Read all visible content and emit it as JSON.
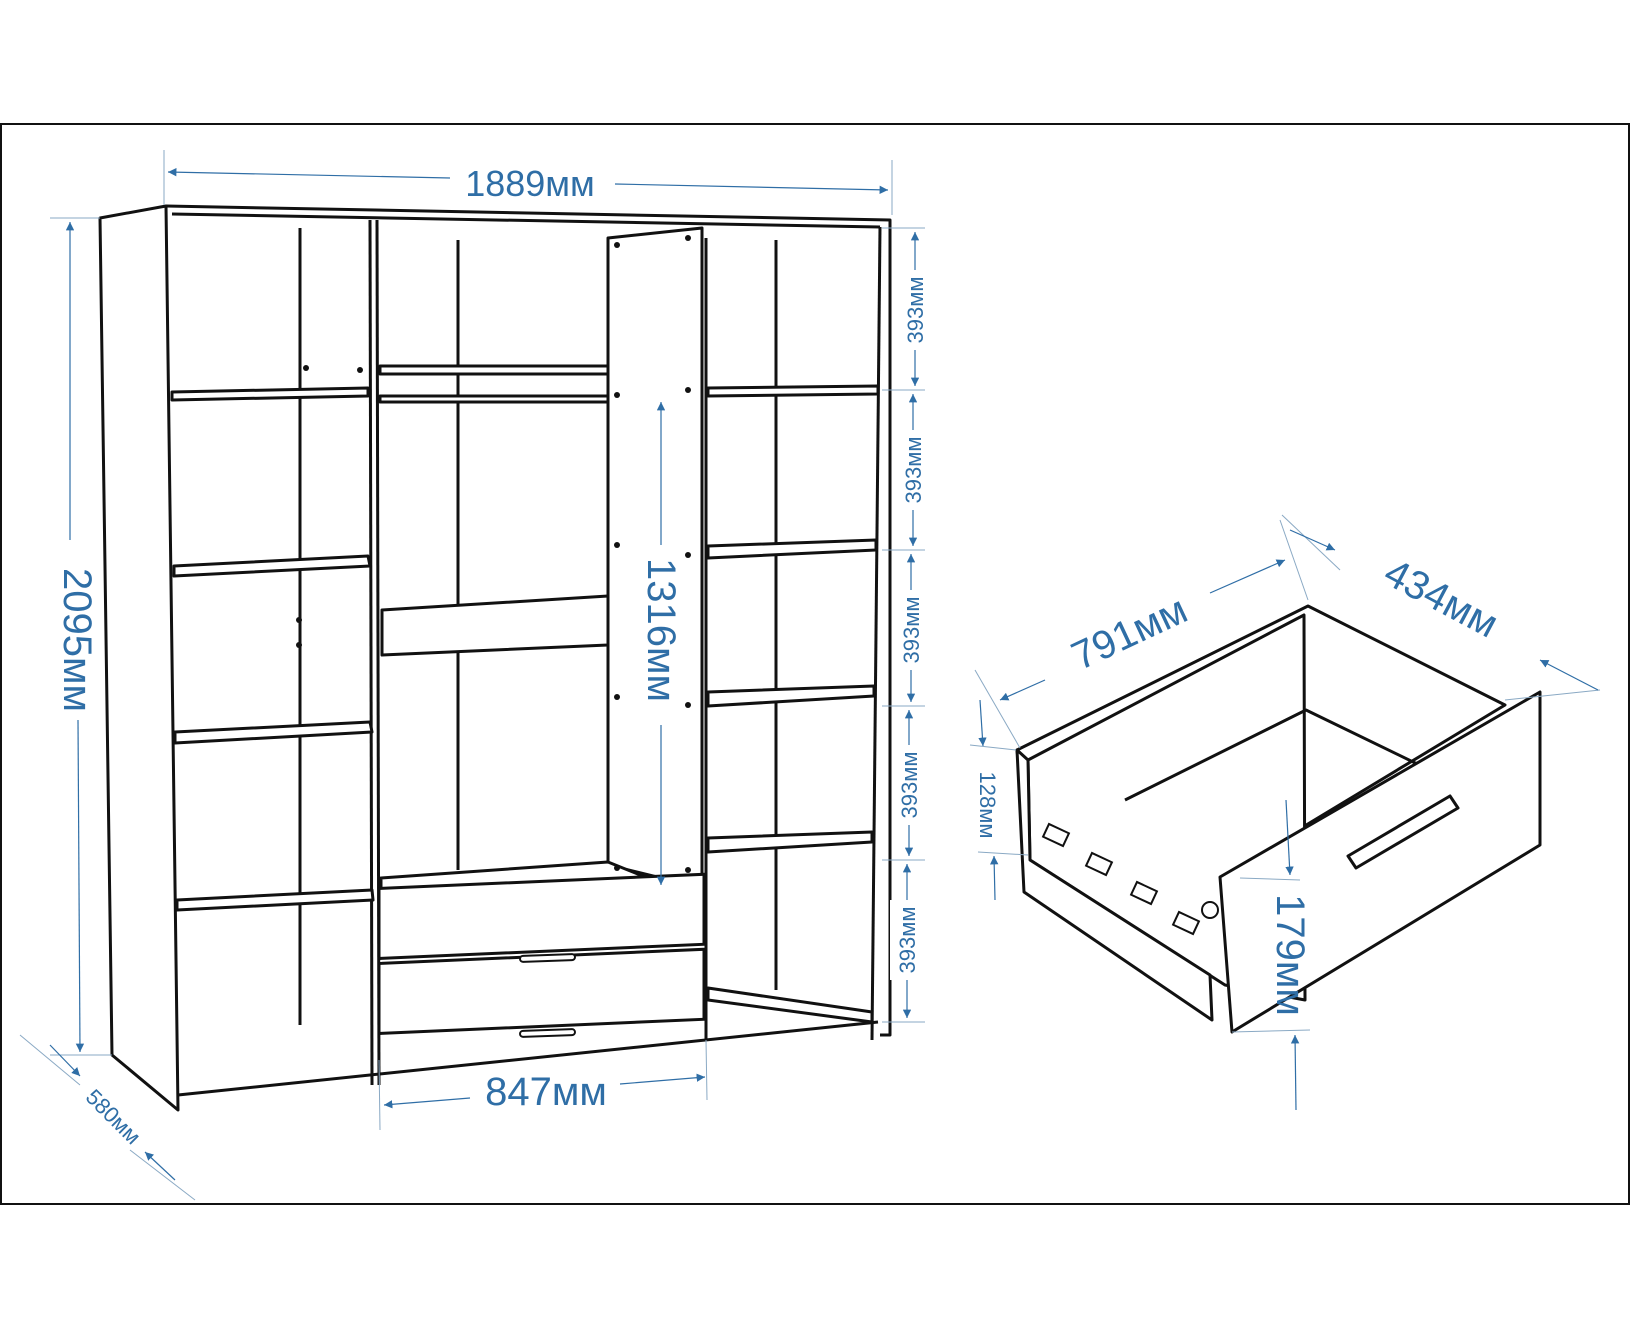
{
  "wardrobe": {
    "width_label": "1889мм",
    "height_label": "2095мм",
    "depth_label": "580мм",
    "shelf_spacing_labels": [
      "393мм",
      "393мм",
      "393мм",
      "393мм",
      "393мм"
    ],
    "hanging_height_label": "1316мм",
    "middle_section_width_label": "847мм"
  },
  "drawer": {
    "width_label": "791мм",
    "depth_label": "434мм",
    "side_height_label": "128мм",
    "front_height_label": "179мм"
  },
  "colors": {
    "dimension": "#2f6ea6",
    "line": "#111111"
  }
}
